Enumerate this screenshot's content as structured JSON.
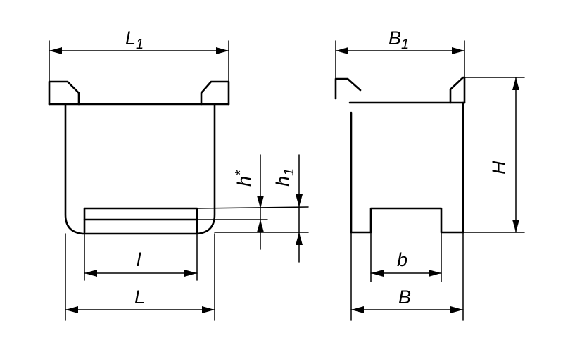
{
  "labels": {
    "L1": "L",
    "L1_sub": "1",
    "B1": "B",
    "B1_sub": "1",
    "H": "H",
    "h_star": "h",
    "h_star_mark": "*",
    "h1": "h",
    "h1_sub": "1",
    "l": "l",
    "L": "L",
    "b": "b",
    "B": "B"
  }
}
